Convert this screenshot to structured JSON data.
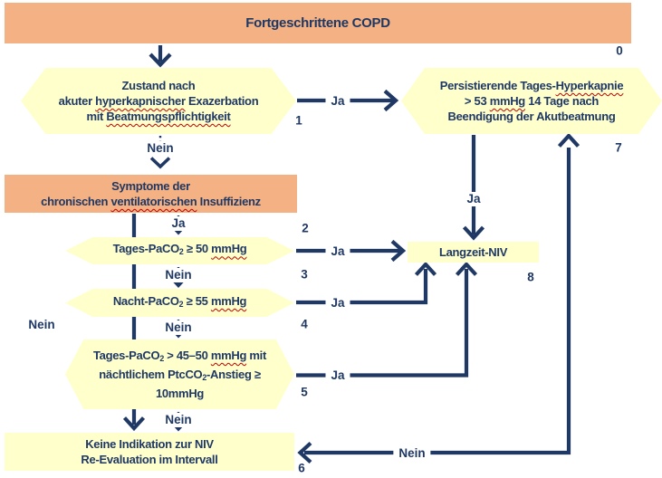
{
  "title": "NIV-Indikation Flussdiagramm COPD",
  "colors": {
    "box_orange": "#F4B183",
    "box_yellow": "#FFFFCC",
    "line_navy": "#1F3864",
    "squiggle_red": "#C00000",
    "background": "#FFFFFF"
  },
  "labels": {
    "ja": "Ja",
    "nein": "Nein"
  },
  "nodes": {
    "n0": {
      "num": "0",
      "lines": [
        [
          {
            "t": "Fortgeschrittene COPD"
          }
        ]
      ]
    },
    "n1": {
      "num": "1",
      "lines": [
        [
          {
            "t": "Zustand nach"
          }
        ],
        [
          {
            "t": "akuter "
          },
          {
            "t": "hyperkapnischer",
            "sq": true
          },
          {
            "t": " Exazerbation"
          }
        ],
        [
          {
            "t": "mit "
          },
          {
            "t": "Beatmungspflichtigkeit",
            "sq": true
          }
        ]
      ]
    },
    "n2": {
      "num": "2",
      "lines": [
        [
          {
            "t": "Symptome der"
          }
        ],
        [
          {
            "t": "chronischen "
          },
          {
            "t": "ventilatorischen",
            "sq": true
          },
          {
            "t": " Insuffizienz"
          }
        ]
      ]
    },
    "n3": {
      "num": "3",
      "lines": [
        [
          {
            "t": "Tages-PaCO"
          },
          {
            "t": "2",
            "sub": true
          },
          {
            "t": " ≥ 50 "
          },
          {
            "t": "mmHg",
            "sq": true
          }
        ]
      ]
    },
    "n4": {
      "num": "4",
      "lines": [
        [
          {
            "t": "Nacht-PaCO"
          },
          {
            "t": "2",
            "sub": true
          },
          {
            "t": " ≥ 55 "
          },
          {
            "t": "mmHg",
            "sq": true
          }
        ]
      ]
    },
    "n5": {
      "num": "5",
      "lines": [
        [
          {
            "t": "Tages-PaCO"
          },
          {
            "t": "2",
            "sub": true
          },
          {
            "t": " > 45–50 "
          },
          {
            "t": "mmHg",
            "sq": true
          },
          {
            "t": " mit"
          }
        ],
        [
          {
            "t": "nächtlichem PtcCO"
          },
          {
            "t": "2",
            "sub": true
          },
          {
            "t": "-Anstieg ≥"
          }
        ],
        [
          {
            "t": "10mmHg"
          }
        ]
      ]
    },
    "n6": {
      "num": "6",
      "lines": [
        [
          {
            "t": "Keine Indikation zur NIV"
          }
        ],
        [
          {
            "t": "Re-Evaluation im Intervall"
          }
        ]
      ]
    },
    "n7": {
      "num": "7",
      "lines": [
        [
          {
            "t": "Persistierende Tages-"
          },
          {
            "t": "Hyperkapnie",
            "sq": true
          }
        ],
        [
          {
            "t": "> 53 "
          },
          {
            "t": "mmHg",
            "sq": true
          },
          {
            "t": " 14 Tage nach"
          }
        ],
        [
          {
            "t": "Beendigung der Akutbeatmung"
          }
        ]
      ]
    },
    "n8": {
      "num": "8",
      "lines": [
        [
          {
            "t": "Langzeit-NIV"
          }
        ]
      ]
    }
  }
}
